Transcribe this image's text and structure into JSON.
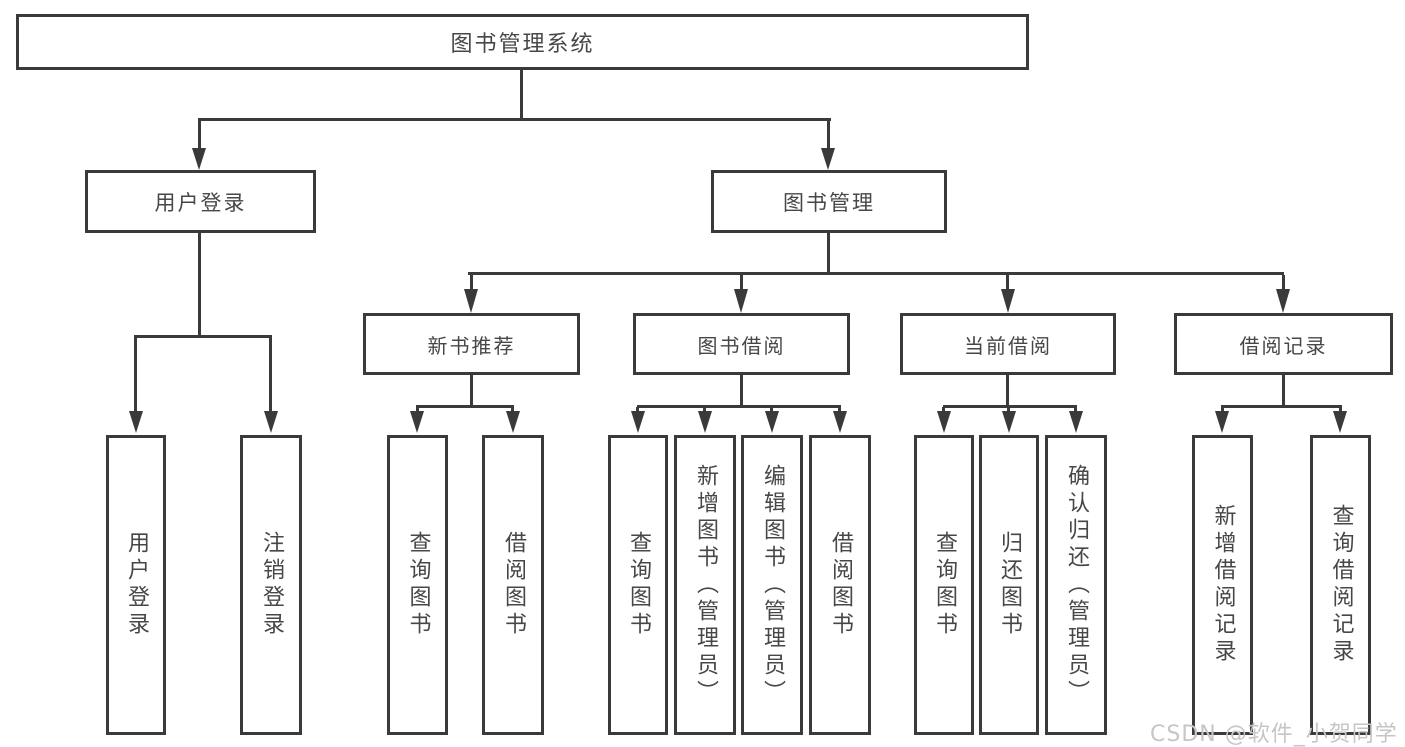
{
  "diagram": {
    "root": "图书管理系统",
    "branches": [
      {
        "label": "用户登录",
        "children": [
          "用户登录",
          "注销登录"
        ]
      },
      {
        "label": "图书管理",
        "sections": [
          {
            "label": "新书推荐",
            "children": [
              "查询图书",
              "借阅图书"
            ]
          },
          {
            "label": "图书借阅",
            "children": [
              "查询图书",
              "新增图书（管理员）",
              "编辑图书（管理员）",
              "借阅图书"
            ]
          },
          {
            "label": "当前借阅",
            "children": [
              "查询图书",
              "归还图书",
              "确认归还（管理员）"
            ]
          },
          {
            "label": "借阅记录",
            "children": [
              "新增借阅记录",
              "查询借阅记录"
            ]
          }
        ]
      }
    ]
  },
  "watermark": {
    "text": "CSDN @软件_小贺同学"
  },
  "colors": {
    "line": "#3a3a3a",
    "text": "#474747",
    "background": "#ffffff",
    "watermark": "#c6c6c6"
  }
}
